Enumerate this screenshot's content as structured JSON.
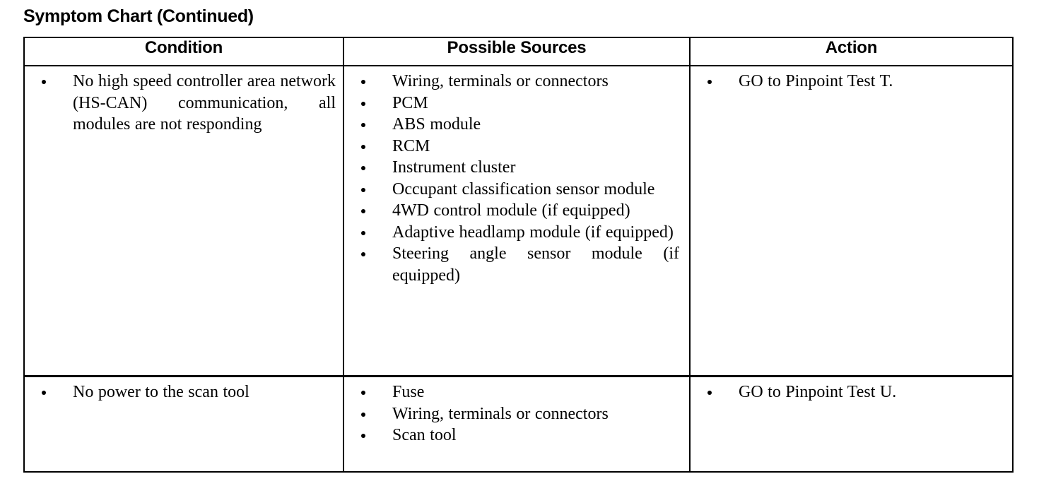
{
  "document": {
    "title": "Symptom Chart (Continued)"
  },
  "table": {
    "headers": {
      "condition": "Condition",
      "possible_sources": "Possible Sources",
      "action": "Action"
    },
    "rows": [
      {
        "condition": [
          "No high speed controller area network (HS-CAN) communication, all modules are not responding"
        ],
        "possible_sources": [
          "Wiring, terminals or connectors",
          "PCM",
          "ABS module",
          "RCM",
          "Instrument cluster",
          "Occupant classification sensor module",
          "4WD control module (if equipped)",
          "Adaptive headlamp module (if equipped)",
          "Steering angle sensor module (if equipped)"
        ],
        "action": [
          "GO to Pinpoint Test T."
        ]
      },
      {
        "condition": [
          "No power to the scan tool"
        ],
        "possible_sources": [
          "Fuse",
          "Wiring, terminals or connectors",
          "Scan tool"
        ],
        "action": [
          "GO to Pinpoint Test U."
        ]
      }
    ]
  },
  "colors": {
    "background": "#ffffff",
    "text": "#000000",
    "border": "#000000"
  }
}
